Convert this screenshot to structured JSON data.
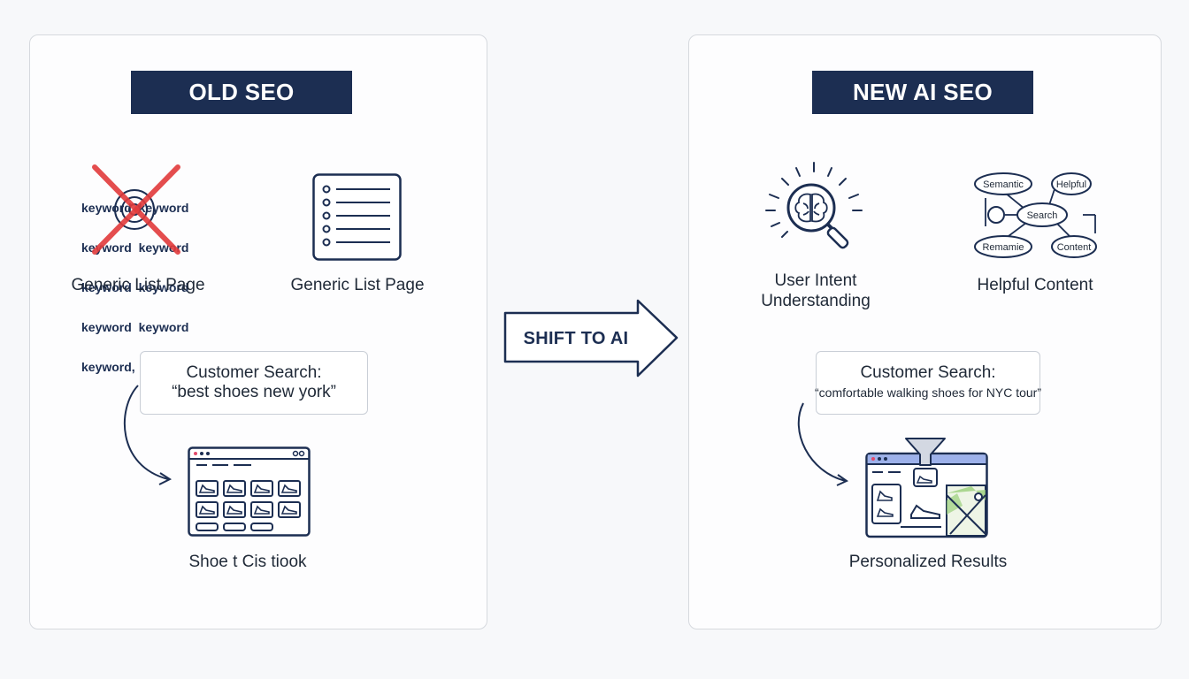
{
  "old": {
    "title": "OLD SEO",
    "keyword_lines": [
      "keyword  keyword",
      "keyword  keyword",
      "keyword  keyword",
      "keyword  keyword",
      "keyword,  keyword"
    ],
    "item1_label": "Generic List Page",
    "item2_label": "Generic List Page",
    "search_title": "Customer Search:",
    "search_query": "“best shoes new york”",
    "result_label": "Shoe t Cis tiook"
  },
  "shift": {
    "label": "SHIFT TO AI"
  },
  "new": {
    "title": "NEW AI SEO",
    "item1_label_line1": "User Intent",
    "item1_label_line2": "Understanding",
    "item2_label": "Helpful Content",
    "mindmap": {
      "semantic": "Semantic",
      "helpful": "Helpful",
      "search": "Search",
      "remamie": "Remamie",
      "content": "Content"
    },
    "search_title": "Customer Search:",
    "search_query": "“comfortable walking shoes for NYC tour”",
    "result_label": "Personalized Results"
  },
  "colors": {
    "navy": "#1c2e52",
    "cross_red": "#e23b3b",
    "browser_bar": "#9db1ea",
    "map_green": "#9ad07a"
  }
}
